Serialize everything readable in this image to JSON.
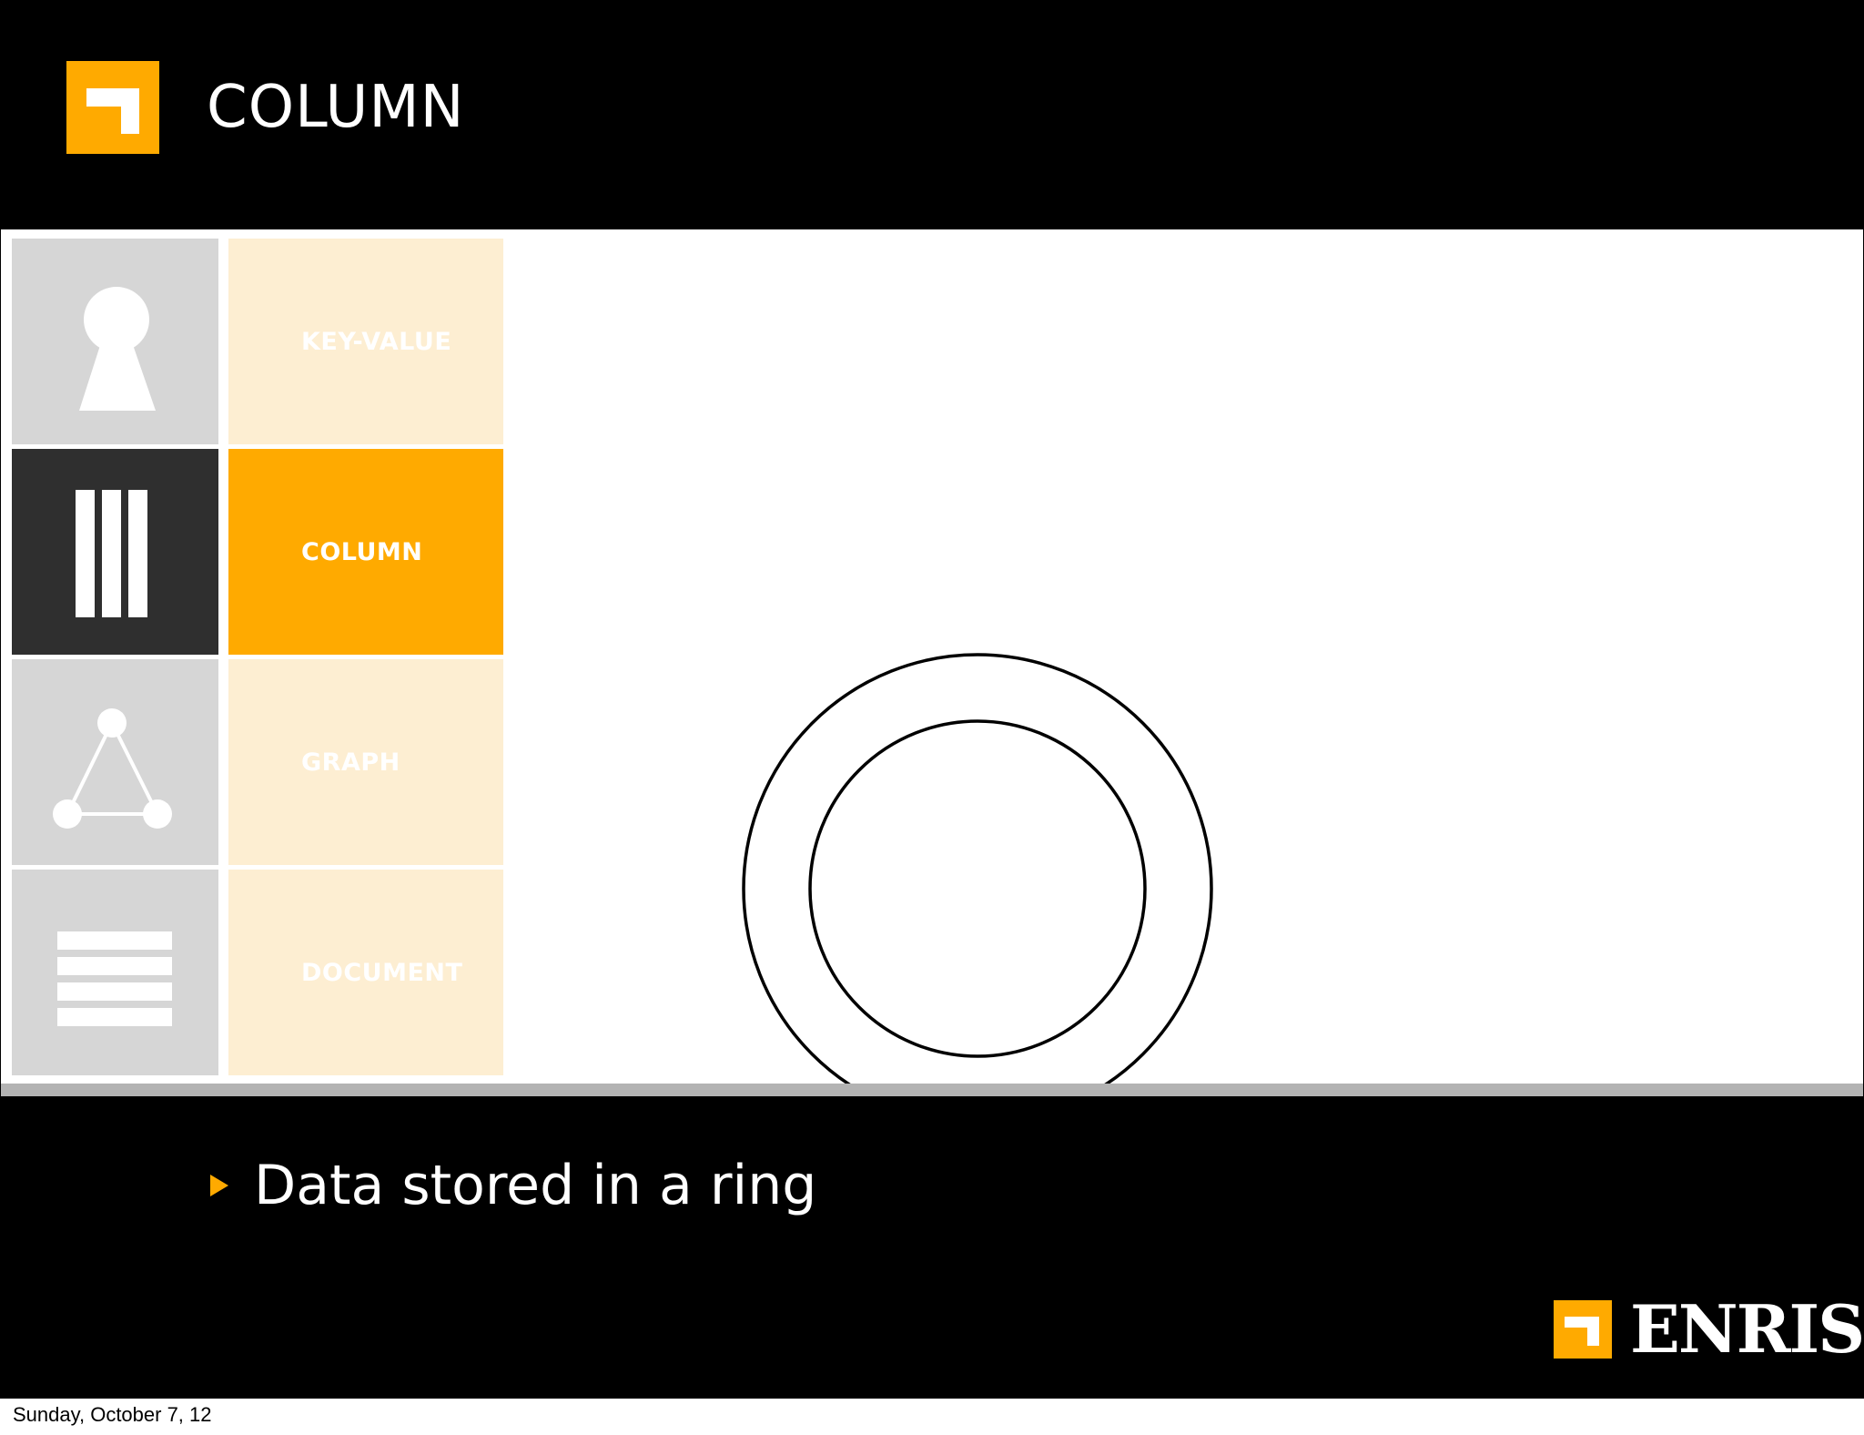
{
  "slide": {
    "title": "COLUMN",
    "accent_color": "#ffaa00",
    "header_logo_icon": "corner-bracket-icon"
  },
  "sidebar": {
    "items": [
      {
        "label": "KEY-VALUE",
        "icon": "keyhole-icon",
        "active": false
      },
      {
        "label": "COLUMN",
        "icon": "columns-icon",
        "active": true
      },
      {
        "label": "GRAPH",
        "icon": "graph-icon",
        "active": false
      },
      {
        "label": "DOCUMENT",
        "icon": "document-lines-icon",
        "active": false
      }
    ]
  },
  "diagram": {
    "icon": "ring-icon"
  },
  "footer": {
    "bullet": "Data stored in a ring",
    "brand": "ENRISE",
    "brand_logo_icon": "corner-bracket-icon"
  },
  "date_caption": "Sunday, October 7, 12"
}
